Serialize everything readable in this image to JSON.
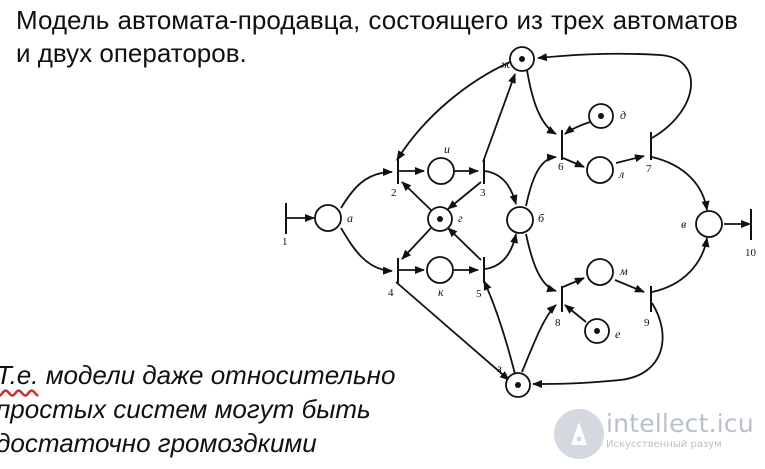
{
  "title": "Модель автомата-продавца, состоящего из трех автоматов и двух операторов.",
  "note": {
    "prefix": "Т.е.",
    "line1_rest": " модели даже относительно",
    "line2": "простых систем могут быть",
    "line3": "достаточно громоздкими"
  },
  "diagram": {
    "places": {
      "a": "а",
      "b": "б",
      "v": "в",
      "g": "г",
      "d": "д",
      "e": "е",
      "zh": "ж",
      "z": "з",
      "i": "и",
      "k": "к",
      "l": "л",
      "m": "м"
    },
    "transitions": {
      "t1": "1",
      "t2": "2",
      "t3": "3",
      "t4": "4",
      "t5": "5",
      "t6": "6",
      "t7": "7",
      "t8": "8",
      "t9": "9",
      "t10": "10"
    }
  },
  "watermark": {
    "brand": "intellect.icu",
    "tagline": "Искусственный разум",
    "colors": {
      "circle": "#d3d9df",
      "text": "#b9c0c8"
    }
  }
}
